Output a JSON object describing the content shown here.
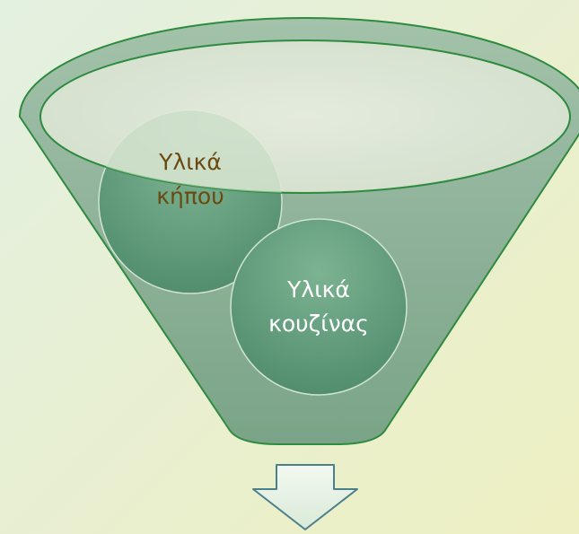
{
  "diagram": {
    "type": "funnel",
    "colors": {
      "background_start": "#e3f1e1",
      "background_end": "#eef0c2",
      "funnel_outline": "#2e8b3e",
      "funnel_fill": "#8fb29a",
      "rim_fill": "#e4eadc",
      "circle_fill": "#5f9a7a",
      "garden_text": "#6b4a12",
      "kitchen_text": "#ffffff",
      "arrow_fill": "#e6f1e4",
      "arrow_stroke": "#4a7f8c"
    },
    "items": [
      {
        "id": "garden",
        "label_line1": "Υλικά",
        "label_line2": "κήπου"
      },
      {
        "id": "kitchen",
        "label_line1": "Υλικά",
        "label_line2": "κουζίνας"
      }
    ],
    "output_arrow": {
      "direction": "down",
      "icon": "arrow-down-icon"
    }
  }
}
